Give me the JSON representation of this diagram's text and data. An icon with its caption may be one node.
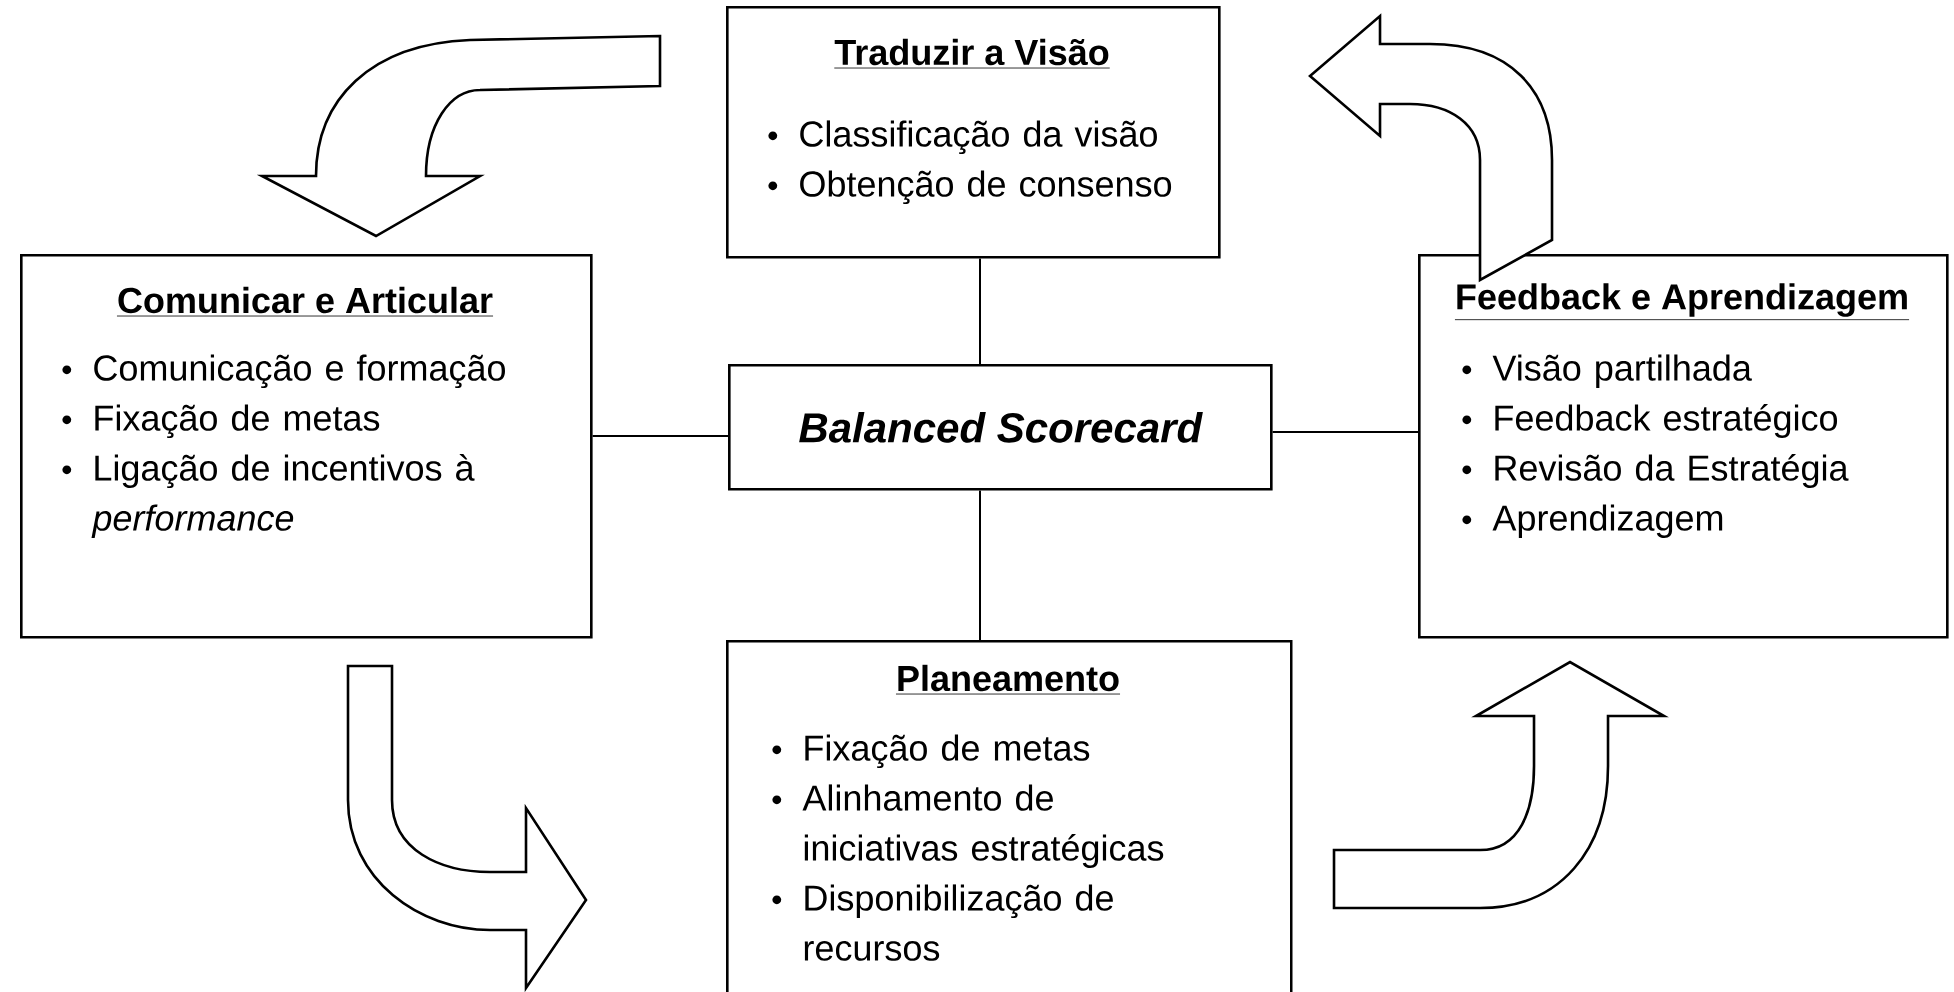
{
  "diagram": {
    "nodes": [
      {
        "text": [
          "Traduzir a Visão",
          "Classificação da visão",
          "Obtenção de consenso"
        ]
      },
      {
        "text": [
          "Comunicar e Articular",
          "Comunicação e formação",
          "Fixação de metas",
          "Ligação de incentivos à *performance*"
        ]
      },
      {
        "text": [
          "Balanced Scorecard"
        ]
      },
      {
        "text": [
          "Feedback e Aprendizagem",
          "Visão partilhada",
          "Feedback estratégico",
          "Revisão da Estratégia",
          "Aprendizagem"
        ]
      },
      {
        "text": [
          "Planeamento",
          "Fixação de metas",
          "Alinhamento de iniciativas estratégicas",
          "Disponibilização de recursos"
        ]
      }
    ],
    "edges": [
      {
        "from": 0,
        "to": 2,
        "arrow": "none"
      },
      {
        "from": 1,
        "to": 2,
        "arrow": "none"
      },
      {
        "from": 2,
        "to": 3,
        "arrow": "none"
      },
      {
        "from": 2,
        "to": 4,
        "arrow": "none"
      },
      {
        "from": 0,
        "to": 1,
        "arrow": "to"
      },
      {
        "from": 1,
        "to": 4,
        "arrow": "to"
      },
      {
        "from": 4,
        "to": 3,
        "arrow": "to"
      },
      {
        "from": 3,
        "to": 0,
        "arrow": "to"
      }
    ]
  }
}
